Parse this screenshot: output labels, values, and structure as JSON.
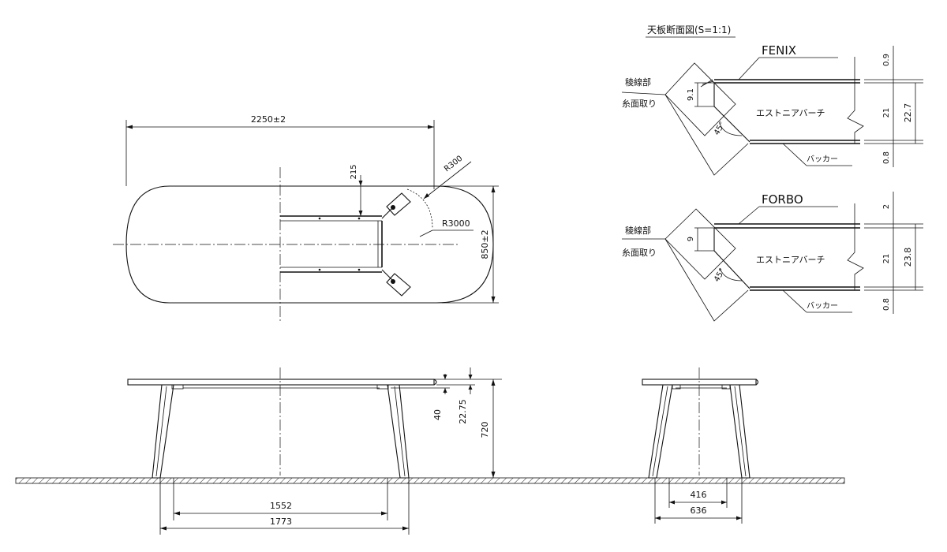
{
  "plan_view": {
    "length": "2250±2",
    "width": "850±2",
    "radius_small": "R300",
    "radius_large": "R3000",
    "frame_offset": "215"
  },
  "side_view": {
    "height": "720",
    "top_thickness": "22.75",
    "apron": "40",
    "leg_inner": "1552",
    "leg_outer": "1773"
  },
  "end_view": {
    "leg_inner": "416",
    "leg_outer": "636"
  },
  "section_title": "天板断面図(S=1:1)",
  "fenix_section": {
    "material": "FENIX",
    "edge_label": "稜線部",
    "chamfer_label": "糸面取り",
    "core": "エストニアバーチ",
    "backer": "バッカー",
    "angle": "45°",
    "chamfer": "9.1",
    "layer_top": "0.9",
    "layer_core": "21",
    "layer_bottom": "0.8",
    "total": "22.7"
  },
  "forbo_section": {
    "material": "FORBO",
    "edge_label": "稜線部",
    "chamfer_label": "糸面取り",
    "core": "エストニアバーチ",
    "backer": "バッカー",
    "angle": "45°",
    "chamfer": "9",
    "layer_top": "2",
    "layer_core": "21",
    "layer_bottom": "0.8",
    "total": "23.8"
  }
}
